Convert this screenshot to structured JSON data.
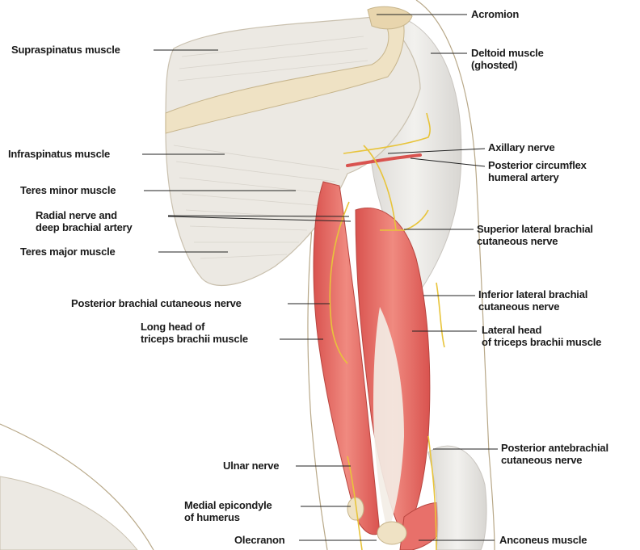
{
  "figure": {
    "bone_color": "#efe2c4",
    "muscle_color": "#e8706a",
    "tendon_color": "#f3ede6",
    "nerve_color": "#e8c43a",
    "artery_color": "#d9534f",
    "ghost_muscle_color": "#e6e4e0"
  },
  "labels": {
    "acromion": "Acromion",
    "supraspinatus": "Supraspinatus muscle",
    "deltoid_1": "Deltoid muscle",
    "deltoid_2": "(ghosted)",
    "infraspinatus": "Infraspinatus muscle",
    "axillary_nerve": "Axillary nerve",
    "post_circumflex_1": "Posterior circumflex",
    "post_circumflex_2": "humeral artery",
    "teres_minor": "Teres minor muscle",
    "radial_1": "Radial nerve and",
    "radial_2": "deep brachial artery",
    "sup_lat_brachial_1": "Superior lateral brachial",
    "sup_lat_brachial_2": "cutaneous nerve",
    "teres_major": "Teres major muscle",
    "post_brachial_cut": "Posterior brachial cutaneous nerve",
    "inf_lat_brachial_1": "Inferior lateral brachial",
    "inf_lat_brachial_2": "cutaneous nerve",
    "long_head_1": "Long head of",
    "long_head_2": "triceps brachii muscle",
    "lateral_head_1": "Lateral head",
    "lateral_head_2": "of triceps brachii muscle",
    "post_antebrachial_1": "Posterior antebrachial",
    "post_antebrachial_2": "cutaneous nerve",
    "ulnar_nerve": "Ulnar nerve",
    "medial_epi_1": "Medial epicondyle",
    "medial_epi_2": "of humerus",
    "olecranon": "Olecranon",
    "anconeus": "Anconeus muscle"
  }
}
